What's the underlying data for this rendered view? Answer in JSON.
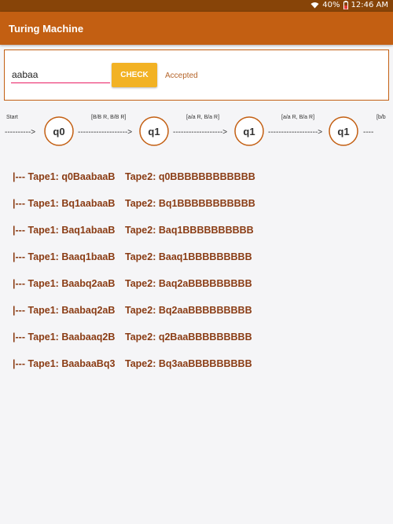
{
  "status_bar": {
    "battery": "40%",
    "time": "12:46 AM"
  },
  "app_bar": {
    "title": "Turing Machine"
  },
  "input_card": {
    "input_value": "aabaa",
    "check_label": "CHECK",
    "result": "Accepted"
  },
  "diagram": {
    "start_label": "Start",
    "arrows": [
      "---------->",
      "------------------->",
      "------------------->",
      "------------------->",
      "----"
    ],
    "states": [
      "q0",
      "q1",
      "q1",
      "q1"
    ],
    "transitions": [
      "[B/B R, B/B R]",
      "[a/a R, B/a R]",
      "[a/a R, B/a R]",
      "[b/b"
    ]
  },
  "trace": {
    "rows": [
      {
        "prefix": "|---",
        "tape1": "Tape1: q0BaabaaB",
        "tape2": "Tape2: q0BBBBBBBBBBBB"
      },
      {
        "prefix": "|---",
        "tape1": "Tape1: Bq1aabaaB",
        "tape2": "Tape2: Bq1BBBBBBBBBBB"
      },
      {
        "prefix": "|---",
        "tape1": "Tape1: Baq1abaaB",
        "tape2": "Tape2: Baq1BBBBBBBBBB"
      },
      {
        "prefix": "|---",
        "tape1": "Tape1: Baaq1baaB",
        "tape2": "Tape2: Baaq1BBBBBBBBB"
      },
      {
        "prefix": "|---",
        "tape1": "Tape1: Baabq2aaB",
        "tape2": "Tape2: Baq2aBBBBBBBBB"
      },
      {
        "prefix": "|---",
        "tape1": "Tape1: Baabaq2aB",
        "tape2": "Tape2: Bq2aaBBBBBBBBB"
      },
      {
        "prefix": "|---",
        "tape1": "Tape1: Baabaaq2B",
        "tape2": "Tape2: q2BaaBBBBBBBBB"
      },
      {
        "prefix": "|---",
        "tape1": "Tape1: BaabaaBq3",
        "tape2": "Tape2: Bq3aaBBBBBBBBB"
      }
    ]
  },
  "colors": {
    "status_bar": "#874408",
    "app_bar": "#c35f12",
    "check_button": "#f2b224",
    "input_underline": "#e91e63",
    "trace_text": "#8a3c14",
    "state_circle": "#c35f12"
  }
}
